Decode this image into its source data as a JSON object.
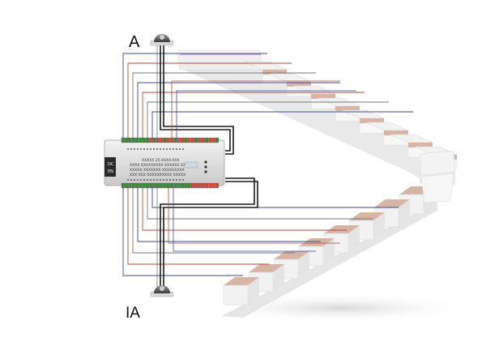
{
  "labels": {
    "sensor_top": "A",
    "sensor_bottom": "IA"
  },
  "controller": {
    "model_line": "XXXXX 25-XXXX-XXX",
    "line_2": "XXXX XXXXXXXXX XXXXXX XXX",
    "line_3": "XXXXX XXXXXXX XXXXXXXXX",
    "line_4": "XXX XXX XXXXXXXXXX XXXXX",
    "port_top": "DC",
    "port_bottom": "EN"
  },
  "colors": {
    "wire_blue": "#3a4a9c",
    "wire_red": "#b54a3a",
    "wire_black": "#1a1a1a",
    "wire_gray": "#777777",
    "strip_red": "#d24a3c",
    "strip_green": "#3d8a3a",
    "step_tread": "#d8b4a4",
    "step_body": "#f2f2f2",
    "controller_body": "#e3e3e3"
  },
  "icons": {
    "sensor": "motion-sensor-icon"
  }
}
